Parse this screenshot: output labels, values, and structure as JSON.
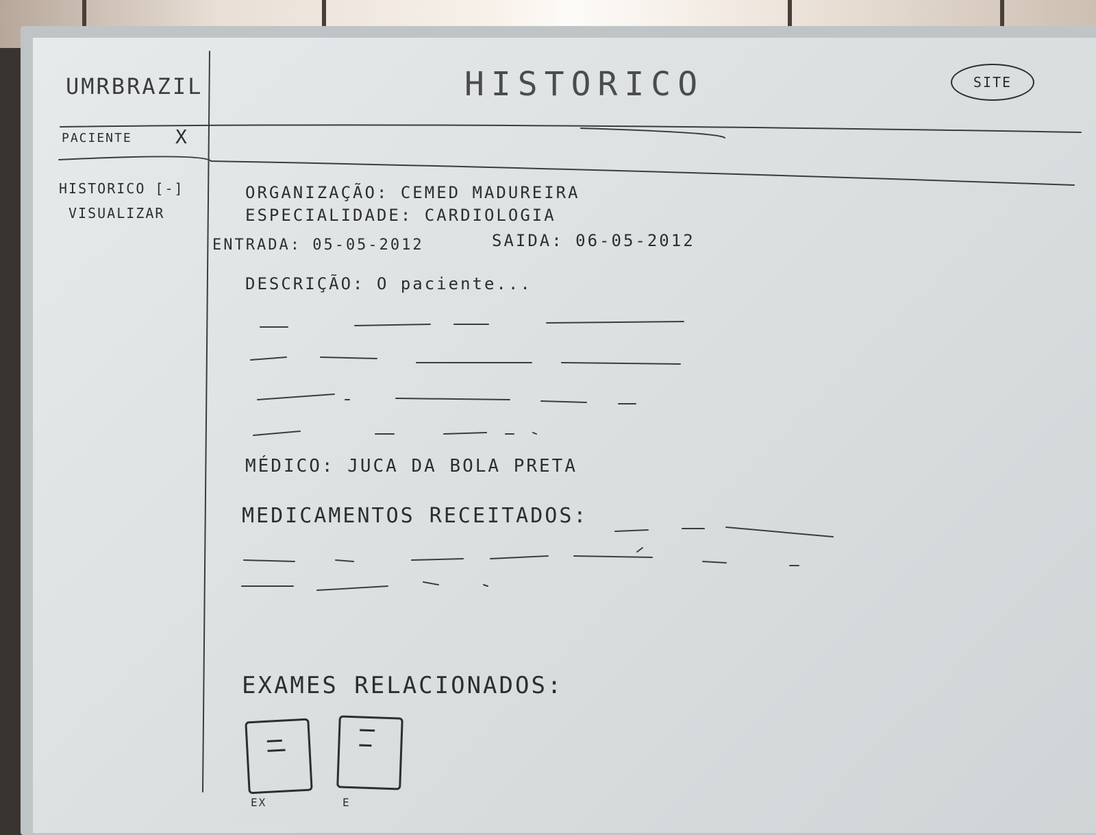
{
  "header": {
    "brand": "UMRBRAZIL",
    "title": "HISTORICO",
    "site_button": "SITE"
  },
  "patient_tab": {
    "label": "PACIENTE",
    "close_glyph": "X"
  },
  "sidebar": {
    "items": [
      {
        "label": "HISTORICO [-]"
      },
      {
        "label": "VISUALIZAR"
      }
    ]
  },
  "record": {
    "organizacao": "ORGANIZAÇÃO: CEMED MADUREIRA",
    "especialidade": "ESPECIALIDADE: CARDIOLOGIA",
    "entrada": "ENTRADA: 05-05-2012",
    "saida": "SAIDA: 06-05-2012",
    "descricao": "DESCRIÇÃO: O paciente...",
    "medico": "MÉDICO: JUCA DA BOLA PRETA",
    "medicamentos": "MEDICAMENTOS RECEITADOS:"
  },
  "exams": {
    "heading": "EXAMES RELACIONADOS:",
    "documents": [
      {
        "icon": "document-icon",
        "caption": "EX"
      },
      {
        "icon": "document-icon",
        "caption": "E"
      }
    ]
  },
  "colors": {
    "board": "#dde1e2",
    "ink": "#2c2e30",
    "frame": "#bfc4c6"
  }
}
